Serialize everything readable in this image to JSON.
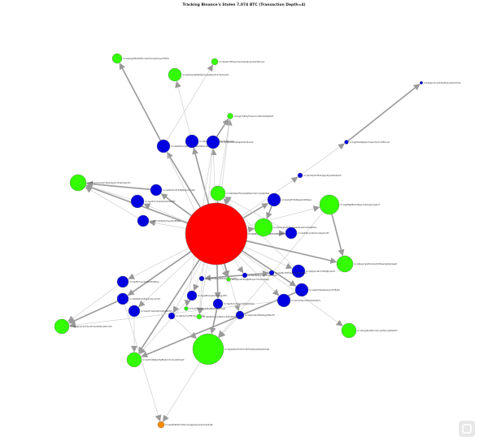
{
  "title": "Tracking Binance's Stolen 7,074 BTC (Transaction Depth=4)",
  "colors": {
    "red": "#ff0000",
    "green": "#33ff00",
    "blue": "#0000e0",
    "orange": "#ff8c00",
    "edge": "#9a9a9a",
    "edgeLight": "#cfcfcf"
  },
  "nodes": [
    {
      "id": "hub",
      "color": "red",
      "label": "bc1qx9t2l3pyl5xrf5ud6lm2rk8m8t8xxmqxzf3eqq"
    },
    {
      "id": "g1",
      "color": "green",
      "label": "bc1qe3ag4f5xl6h8mnxdj2dlnuadyhksyp7fxtf0s"
    },
    {
      "id": "g2",
      "color": "green",
      "label": "bc1qhs0h70t5ypnzvp2edwsdjurqrxkam9kmvw"
    },
    {
      "id": "g3",
      "color": "green",
      "label": "bc1qwrfswaa0ttq8ewmugxe8eyz5ca7kw0npj9u"
    },
    {
      "id": "g4",
      "color": "green",
      "label": "bc1qgm7j9kpj7tsyeuckcde2ntwl0gx6szt"
    },
    {
      "id": "g5",
      "color": "green",
      "label": "bc1qf4yr2xnsv9y7k6y2xkjyp27zdlgn5gmt7u"
    },
    {
      "id": "g6",
      "color": "green",
      "label": "bc1q6q3ewr8hylwqtq0jtwv7q2urrqvzjdk4wz"
    },
    {
      "id": "g7",
      "color": "green",
      "label": "bc1qmxm6udkdhj7sya2x0kw2mx3zkq6fh9n"
    },
    {
      "id": "g8",
      "color": "green",
      "label": "bc1qljspdpxm5ufe7x32dnpk9yeqrfwzgmwqj9"
    },
    {
      "id": "g9",
      "color": "green",
      "label": "bc1q3fgrxqv3xrkwcd2mecsl6s6uwz6v7x2z"
    },
    {
      "id": "g10",
      "color": "green",
      "label": "bc1q4h7d9tpkjm5jj8tqdxm3vmnvtsfsfvqkf"
    },
    {
      "id": "g11",
      "color": "green",
      "label": "bc1qgfh8g8fls4rlz6jqxmx6a7gzxmgqlrx7"
    },
    {
      "id": "g12",
      "color": "green",
      "label": "bc1q8uqz7ga3t4x4zxq7l4t5zemgh0k2szpqf"
    },
    {
      "id": "g13",
      "color": "green",
      "label": "bc1qhrjqj6ljv0j5mnlzjrvqx6pkcxgz6w5dd"
    },
    {
      "id": "b1",
      "color": "blue",
      "label": "bc1qs0h6r2n2j8m3qryafwjxc8dkvk74l"
    },
    {
      "id": "b2",
      "color": "blue",
      "label": "bc1qhke5p3mqjtyrzqafm8x6ta2rs3"
    },
    {
      "id": "b3",
      "color": "blue",
      "label": "bc1q79pmfk0sq5dgw5r0vf3vwxa"
    },
    {
      "id": "b4",
      "color": "blue",
      "label": "bc1q2kz2xm4h5x8j0ktgvmnre6z"
    },
    {
      "id": "b5",
      "color": "blue",
      "label": "bc1qjv8mrn7a2s6lq3mz5kfd0h"
    },
    {
      "id": "b6",
      "color": "blue",
      "label": "bc1q7cx3v8w4rp5xyu6m9tfjze"
    },
    {
      "id": "b7",
      "color": "blue",
      "label": "bc1qaxq2f3r9d8ygw4c2t6plsa"
    },
    {
      "id": "b8",
      "color": "blue",
      "label": "bc1qz3d6xy7e8u4mn2sgtvcdfh"
    },
    {
      "id": "b9",
      "color": "blue",
      "label": "bc1q9ly2nd8n7m6x8jfprrez3c"
    },
    {
      "id": "b10",
      "color": "blue",
      "label": "bc1qpk5c8e0s4wwrjvn2hf9q6d"
    },
    {
      "id": "b11",
      "color": "blue",
      "label": "bc1qc7kl3q2nc0f7zk3ze4ts7s"
    },
    {
      "id": "b12",
      "color": "blue",
      "label": "bc1qet5z7uyv3hqtk2tmfl45sq"
    },
    {
      "id": "b13",
      "color": "blue",
      "label": "bc1q0s8z4v2c8xgqn0svnxk79z"
    },
    {
      "id": "b14",
      "color": "blue",
      "label": "bc1qwq57uqzdxlp3ng0nk8x5zm"
    },
    {
      "id": "b15",
      "color": "blue",
      "label": "bc1qyw8tzqnq4zj3dsjhjgu5fm"
    },
    {
      "id": "b16",
      "color": "blue",
      "label": "bc1qjx8v4n79rhjcmt69xhhkqw"
    },
    {
      "id": "b17",
      "color": "blue",
      "label": "bc1qzexs0s7k8e8mjy63l6uct5"
    },
    {
      "id": "b18",
      "color": "blue",
      "label": "bc1qthmc5n2ff5c3cjgjafqv3a"
    },
    {
      "id": "s1",
      "color": "blue",
      "label": "bc1qnvfwprth9k3kj2gud5ya0z4etwd3c"
    },
    {
      "id": "s2",
      "color": "blue",
      "label": "bc1qg5h2e9j9gwn7kqwrd4ymm3lf0uuuh"
    },
    {
      "id": "s3",
      "color": "blue",
      "label": "bc1q6lgn7xnk2hrl8yf3ybukq0a73mzk"
    },
    {
      "id": "s4",
      "color": "blue",
      "label": "bc1qnr6p3c0ufkx3v2d5fttyzx"
    },
    {
      "id": "s5",
      "color": "blue",
      "label": "bc1qaf6v7z8h3w5c9yx8kq0z5w"
    },
    {
      "id": "s6",
      "color": "blue",
      "label": "bc1qn4m8x7y6b5a4k3j2h1g0fd"
    },
    {
      "id": "o1",
      "color": "orange",
      "label": "bc1qxh8r9t5dm7k8cnjvs3gjp3xkvw4xnfvkd3u8e"
    },
    {
      "id": "e1",
      "color": "green",
      "label": "bc1qtd8jdxqxuc9fwkmr2q5uh6tncs7h3kr"
    },
    {
      "id": "e2",
      "color": "green",
      "label": "bc1qtpm32l0ug8a8xvjm7mtue7a0zqq"
    },
    {
      "id": "e3",
      "color": "green",
      "label": "bc1qdd7zuz6ck2z8ud8tyx6dujthwq0"
    }
  ],
  "edges": [
    [
      "hub",
      "b1"
    ],
    [
      "hub",
      "b2"
    ],
    [
      "hub",
      "b3"
    ],
    [
      "hub",
      "b4"
    ],
    [
      "hub",
      "b5"
    ],
    [
      "hub",
      "b6"
    ],
    [
      "hub",
      "b7"
    ],
    [
      "hub",
      "b8"
    ],
    [
      "hub",
      "b9"
    ],
    [
      "hub",
      "b10"
    ],
    [
      "hub",
      "b11"
    ],
    [
      "hub",
      "b12"
    ],
    [
      "hub",
      "b13"
    ],
    [
      "hub",
      "b14"
    ],
    [
      "hub",
      "b15"
    ],
    [
      "hub",
      "b16"
    ],
    [
      "hub",
      "b17"
    ],
    [
      "hub",
      "b18"
    ],
    [
      "hub",
      "g5"
    ],
    [
      "hub",
      "g7"
    ],
    [
      "hub",
      "g6"
    ],
    [
      "hub",
      "g10"
    ],
    [
      "hub",
      "g13"
    ],
    [
      "hub",
      "g4"
    ],
    [
      "b1",
      "g1"
    ],
    [
      "b1",
      "g2"
    ],
    [
      "b2",
      "g3"
    ],
    [
      "b3",
      "g4"
    ],
    [
      "b3",
      "e1"
    ],
    [
      "b1",
      "e2"
    ],
    [
      "b4",
      "g5"
    ],
    [
      "b5",
      "g5"
    ],
    [
      "b6",
      "g5"
    ],
    [
      "b7",
      "g7"
    ],
    [
      "b8",
      "g6"
    ],
    [
      "b9",
      "g6"
    ],
    [
      "b10",
      "g10"
    ],
    [
      "b11",
      "g9"
    ],
    [
      "b12",
      "g9"
    ],
    [
      "b13",
      "g9"
    ],
    [
      "b14",
      "g10"
    ],
    [
      "b15",
      "g10"
    ],
    [
      "b16",
      "g8"
    ],
    [
      "b17",
      "g8"
    ],
    [
      "b18",
      "g8"
    ],
    [
      "g11",
      "g12"
    ],
    [
      "g11",
      "g8"
    ],
    [
      "hub",
      "g11"
    ],
    [
      "hub",
      "g12"
    ],
    [
      "hub",
      "s1"
    ],
    [
      "s1",
      "s2"
    ],
    [
      "s2",
      "s3"
    ],
    [
      "hub",
      "s4"
    ],
    [
      "s4",
      "s5"
    ],
    [
      "s5",
      "s6"
    ],
    [
      "g8",
      "o1"
    ],
    [
      "b13",
      "o1"
    ],
    [
      "b2",
      "e2"
    ],
    [
      "b3",
      "e3"
    ],
    [
      "g4",
      "e1"
    ]
  ]
}
